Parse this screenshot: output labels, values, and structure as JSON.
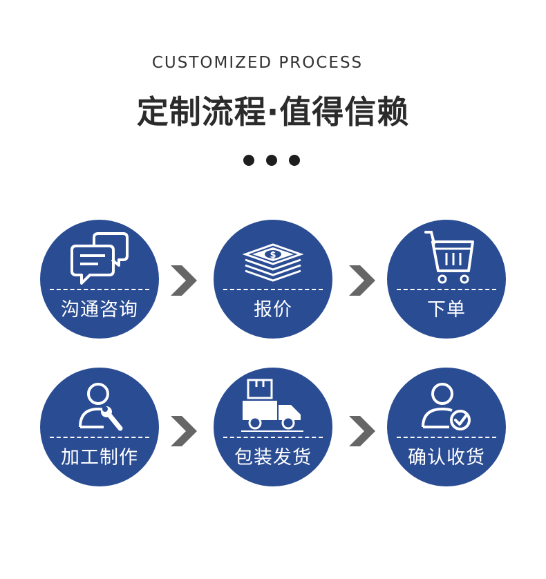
{
  "header": {
    "subtitle": "CUSTOMIZED PROCESS",
    "title": "定制流程·值得信赖"
  },
  "colors": {
    "circle": "#2a4c93",
    "arrow": "#666666",
    "text_dark": "#2b2b2b"
  },
  "steps": [
    {
      "label": "沟通咨询",
      "icon": "chat-bubbles-icon"
    },
    {
      "label": "报价",
      "icon": "money-stack-icon"
    },
    {
      "label": "下单",
      "icon": "shopping-cart-icon"
    },
    {
      "label": "加工制作",
      "icon": "user-wrench-icon"
    },
    {
      "label": "包装发货",
      "icon": "delivery-truck-icon"
    },
    {
      "label": "确认收货",
      "icon": "user-check-icon"
    }
  ]
}
